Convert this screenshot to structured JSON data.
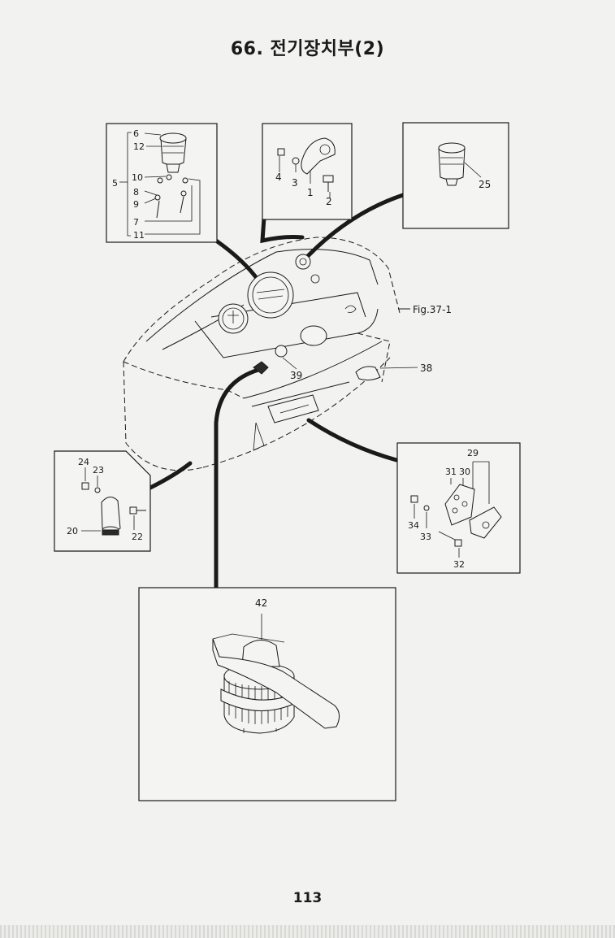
{
  "page": {
    "title": "66. 전기장치부(2)",
    "number": "113"
  },
  "figure": {
    "reference": "Fig.37-1",
    "callouts": {
      "meter_box": [
        "6",
        "12",
        "5",
        "10",
        "8",
        "9",
        "7",
        "11"
      ],
      "bracket_box": [
        "4",
        "3",
        "1",
        "2"
      ],
      "indicator_box": [
        "25"
      ],
      "main": [
        "39",
        "38"
      ],
      "plug_box": [
        "24",
        "23",
        "20",
        "22"
      ],
      "switch_box": [
        "29",
        "31",
        "30",
        "34",
        "33",
        "32"
      ],
      "knob_box": [
        "42"
      ]
    }
  }
}
